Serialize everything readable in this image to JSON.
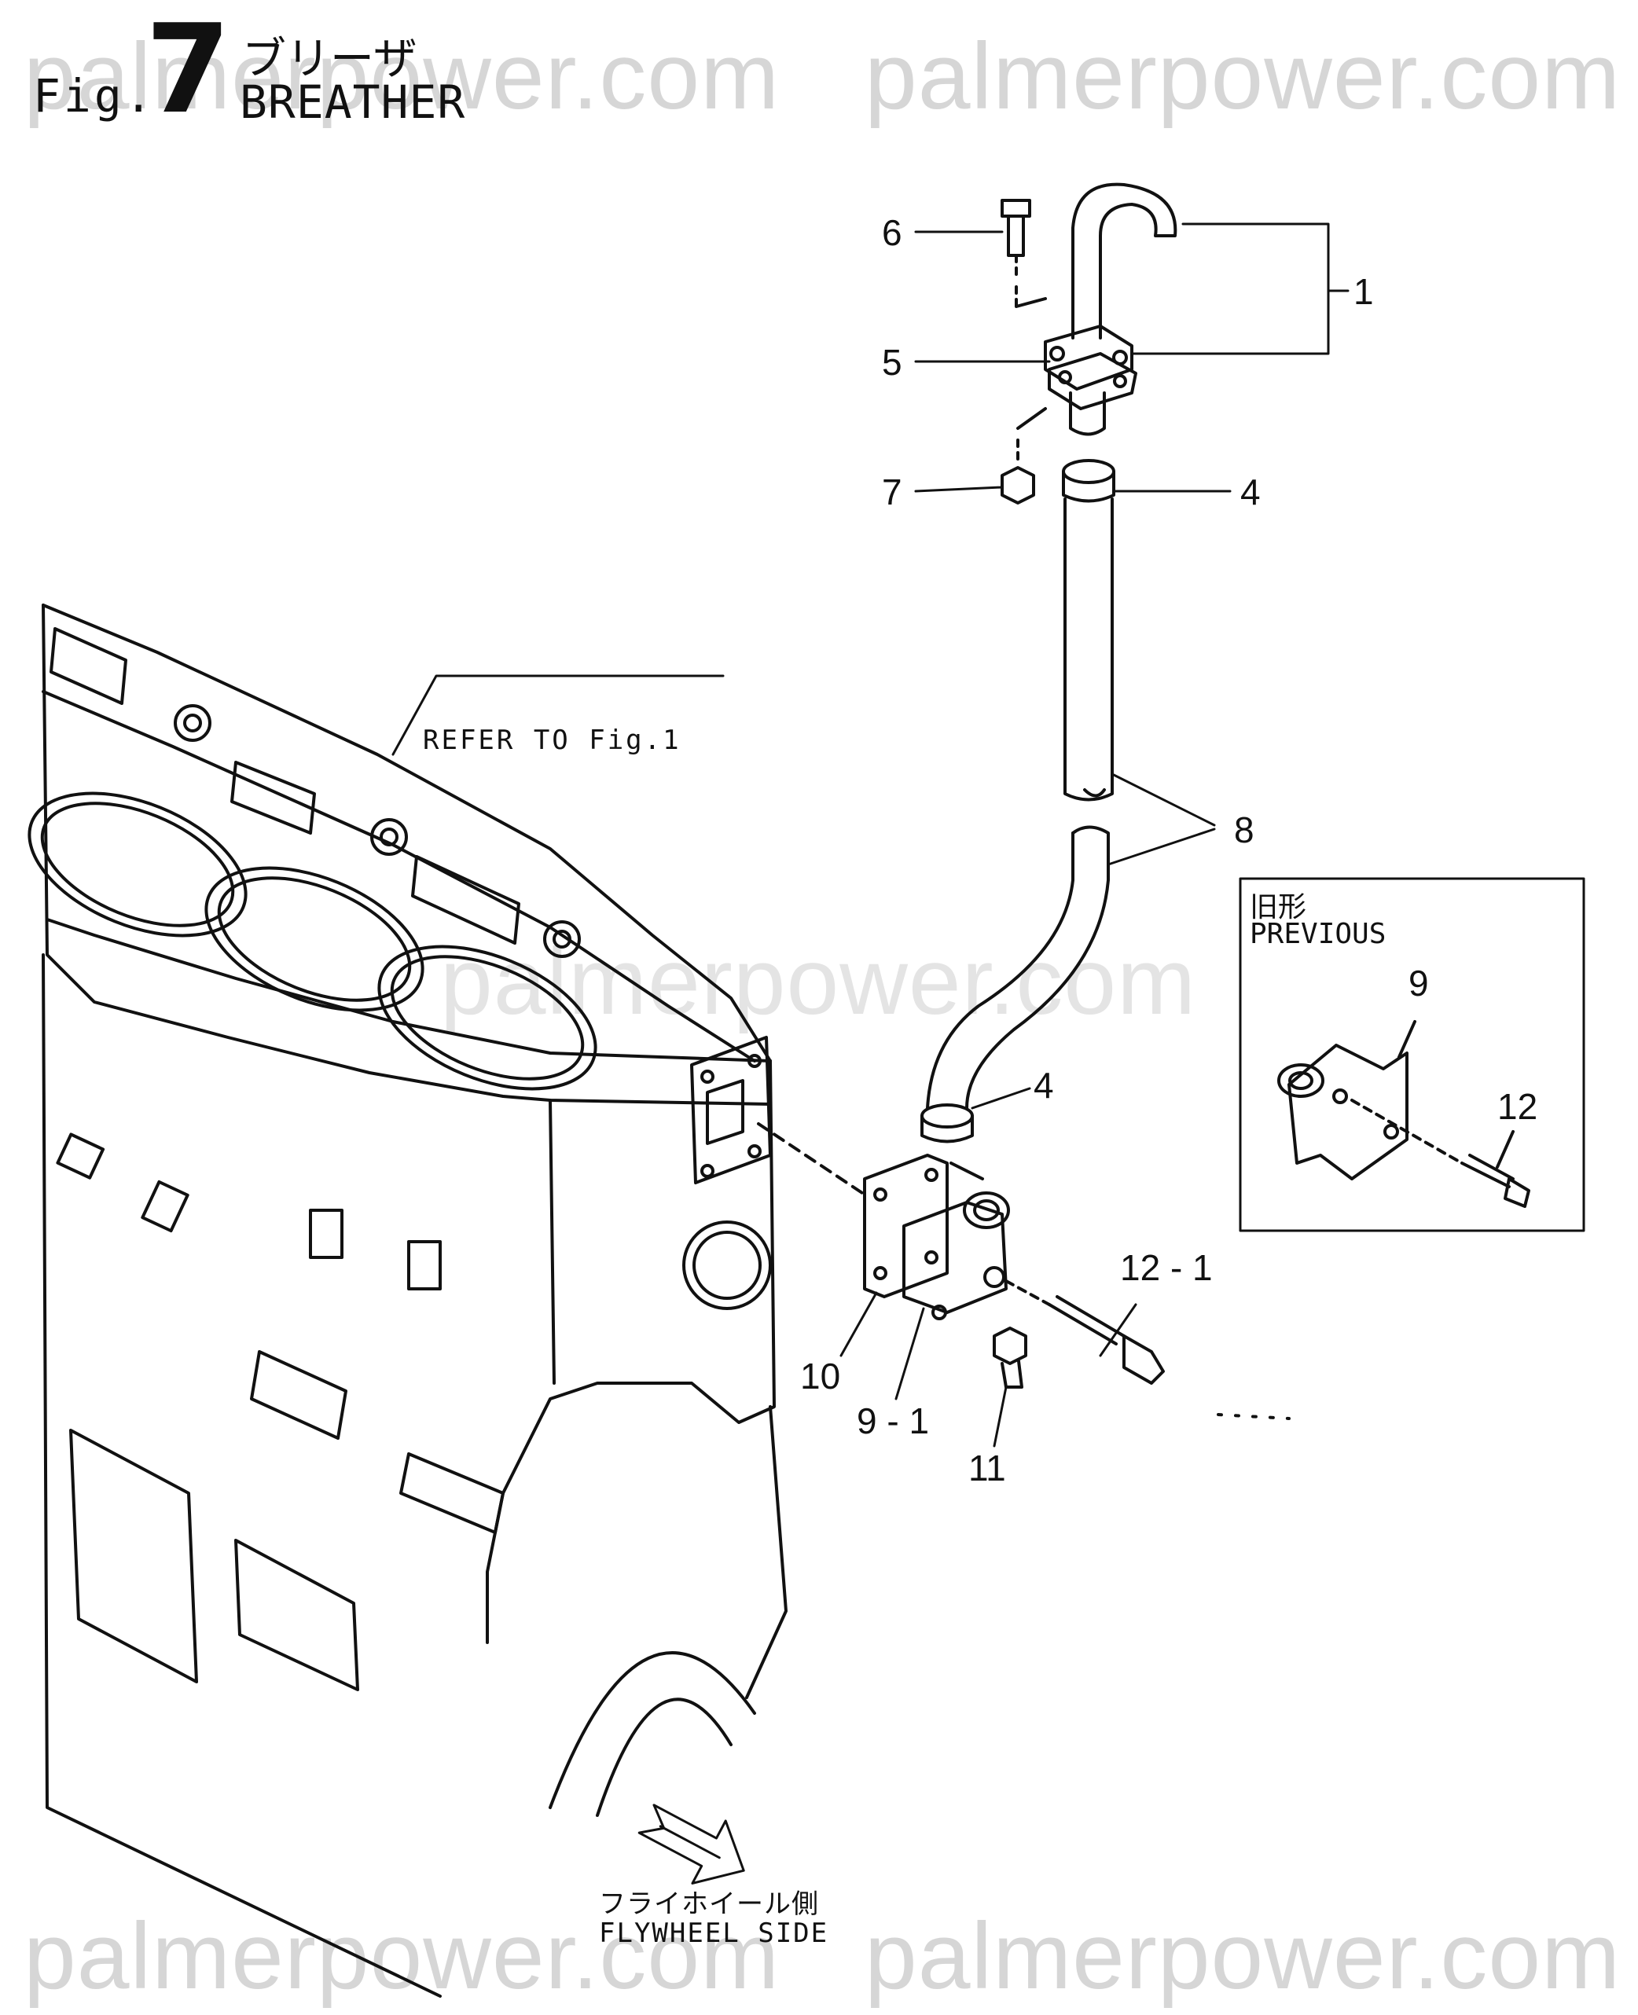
{
  "watermark": {
    "text": "palmerpower.com"
  },
  "title": {
    "fig_label": "Fig.",
    "fig_number": "7",
    "name_jp": "ブリーザ",
    "name_en": "BREATHER"
  },
  "notes": {
    "refer": "REFER TO Fig.1",
    "flywheel_jp": "フライホイール側",
    "flywheel_en": "FLYWHEEL SIDE"
  },
  "inset": {
    "label_jp": "旧形",
    "label_en": "PREVIOUS",
    "callouts": [
      "9",
      "12"
    ]
  },
  "callouts": [
    "1",
    "4",
    "4",
    "5",
    "6",
    "7",
    "8",
    "9-1",
    "10",
    "11",
    "12-1"
  ],
  "callout_text": {
    "c1": "1",
    "c4a": "4",
    "c4b": "4",
    "c5": "5",
    "c6": "6",
    "c7": "7",
    "c8": "8",
    "c9_1": "9 - 1",
    "c10": "10",
    "c11": "11",
    "c12_1": "12 - 1",
    "inset9": "9",
    "inset12": "12"
  }
}
